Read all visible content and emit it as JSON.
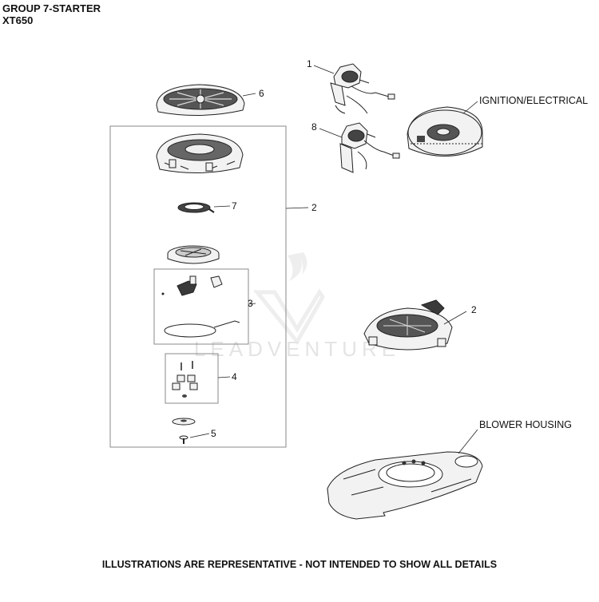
{
  "header": {
    "title": "GROUP 7-STARTER",
    "model": "XT650"
  },
  "callouts": {
    "c1": "1",
    "c2a": "2",
    "c2b": "2",
    "c3": "3",
    "c4": "4",
    "c5": "5",
    "c6": "6",
    "c7": "7",
    "c8": "8"
  },
  "labels": {
    "ignition": "IGNITION/ELECTRICAL",
    "blower": "BLOWER HOUSING"
  },
  "watermark": "LEADVENTURE",
  "footer": "ILLUSTRATIONS ARE REPRESENTATIVE - NOT INTENDED TO SHOW ALL DETAILS"
}
